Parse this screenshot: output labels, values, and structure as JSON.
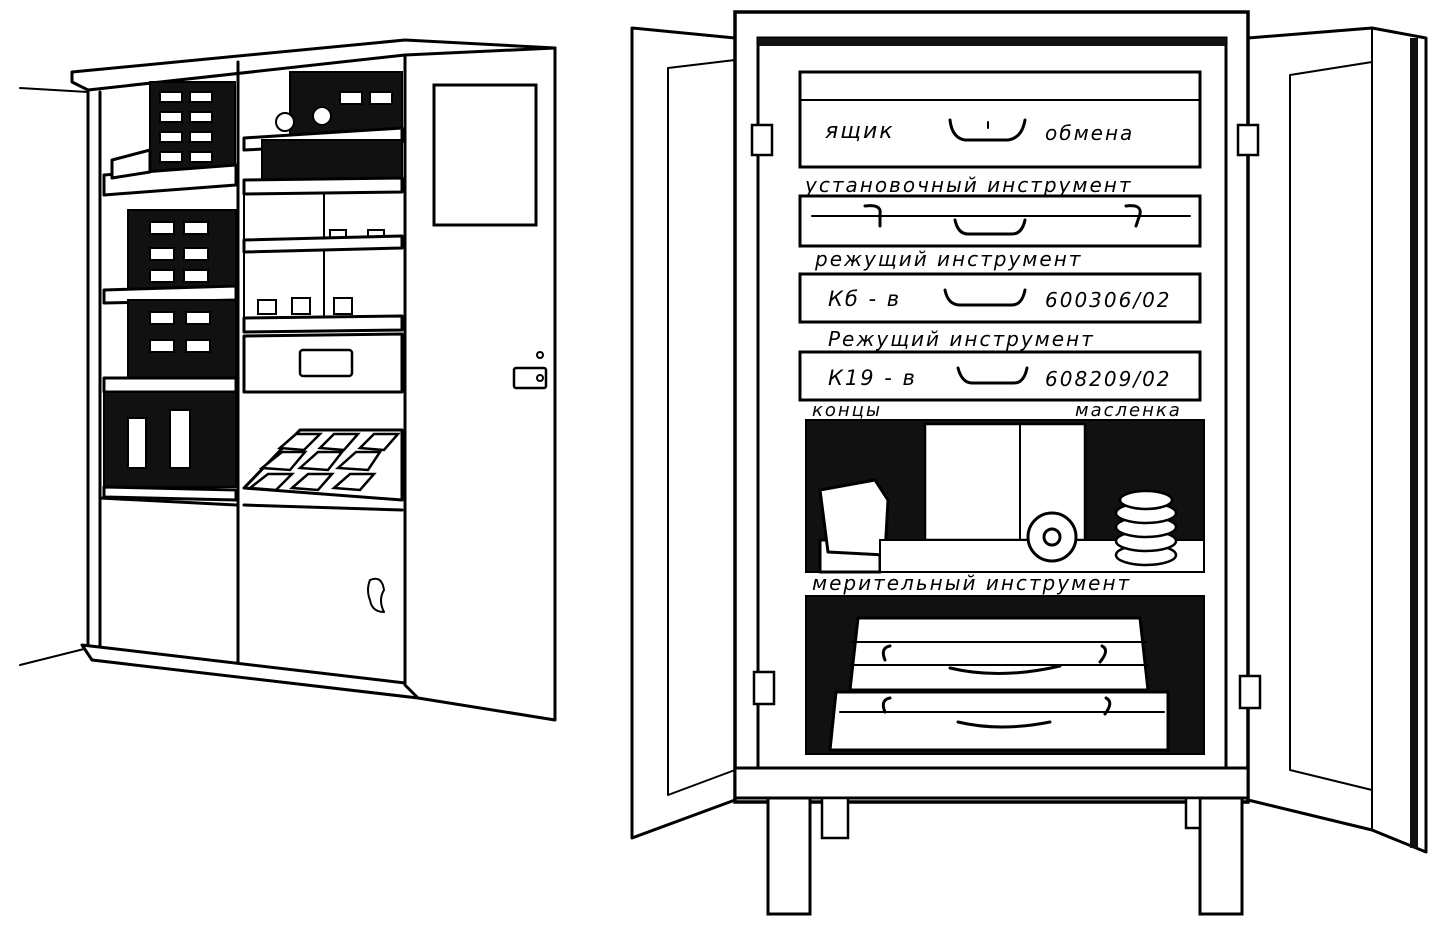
{
  "right_cabinet": {
    "drawer_1": {
      "left_text": "ящик",
      "right_text": "обмена"
    },
    "label_1": "установочный инструмент",
    "label_2": "режущий инструмент",
    "drawer_3": {
      "left_text": "Кб - в",
      "right_text": "600306/02"
    },
    "label_3": "Режущий инструмент",
    "drawer_4": {
      "left_text": "К19 - в",
      "right_text": "608209/02"
    },
    "label_left_small": "концы",
    "label_right_small": "масленка",
    "label_5": "мерительный инструмент"
  },
  "colors": {
    "ink": "#000000",
    "paper": "#ffffff",
    "shade": "#111111"
  }
}
